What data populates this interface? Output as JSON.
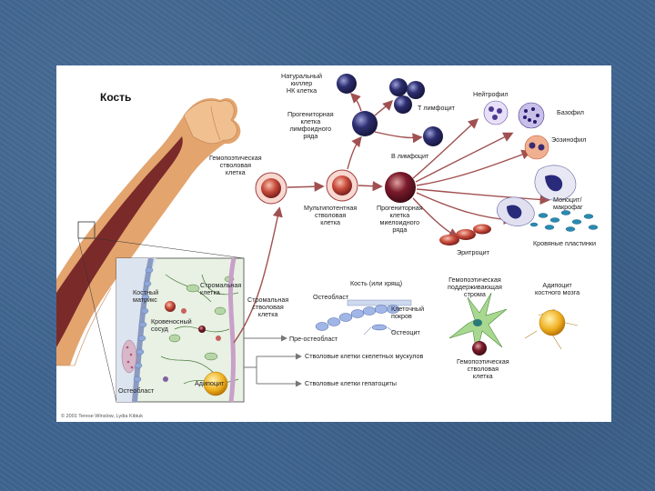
{
  "title": "Кость",
  "labels": {
    "nk_killer": "Натуральный\nкиллер\nНК клетка",
    "lymphoid_progenitor": "Прогениторная\nклетка\nлимфоидного\nряда",
    "t_lymphocyte": "Т лимфоцит",
    "b_lymphocyte": "В лимфоцит",
    "neutrophil": "Нейтрофил",
    "basophil": "Базофил",
    "eosinophil": "Эозинофил",
    "monocyte_macrophage": "Моноцит/макрофаг",
    "platelets": "Кровяные пластинки",
    "erythrocyte": "Эритроцит",
    "hsc": "Гемопоэтическая\nстволовая\nклетка",
    "multipotent": "Мультипотентная\nстволовая\nклетка",
    "myeloid_progenitor": "Прогениторная\nклетка\nмиелоидного\nряда",
    "bone_matrix": "Костный\nматрикс",
    "stromal_cell_inset": "Стромальная\nклетка",
    "blood_vessel": "Кровеносный\nсосуд",
    "osteoblast_inset": "Остеобласт",
    "adipocyte_inset": "Адипоцит",
    "stromal_stem": "Стромальная\nстволовая\nклетка",
    "bone_or_cartilage": "Кость (или хрящ)",
    "osteoblast": "Остеобласт",
    "cell_lining": "Клеточный\nпокров",
    "osteocyte": "Остеоцит",
    "pre_osteoblast": "Пре-остеобласт",
    "hematopoietic_stroma": "Гемопоэтическая\nподдерживающая\nстрома",
    "adipocyte_marrow": "Адипоцит\nкостного мозга",
    "hsc_bottom": "Гемопоэтическая\nстволовая\nклетка",
    "skeletal_muscle_stem": "Стволовые клетки скелетных мускулов",
    "hepatocyte_stem": "Стволовые клетки гепатоциты",
    "copyright": "© 2001 Terese Winslow, Lydia Kibiuk"
  },
  "colors": {
    "background": "#3f6590",
    "bone": "#e0a06a",
    "marrow": "#7a2a2a",
    "arrow": "#a05050",
    "cell_dark": "#2a2a5a"
  }
}
